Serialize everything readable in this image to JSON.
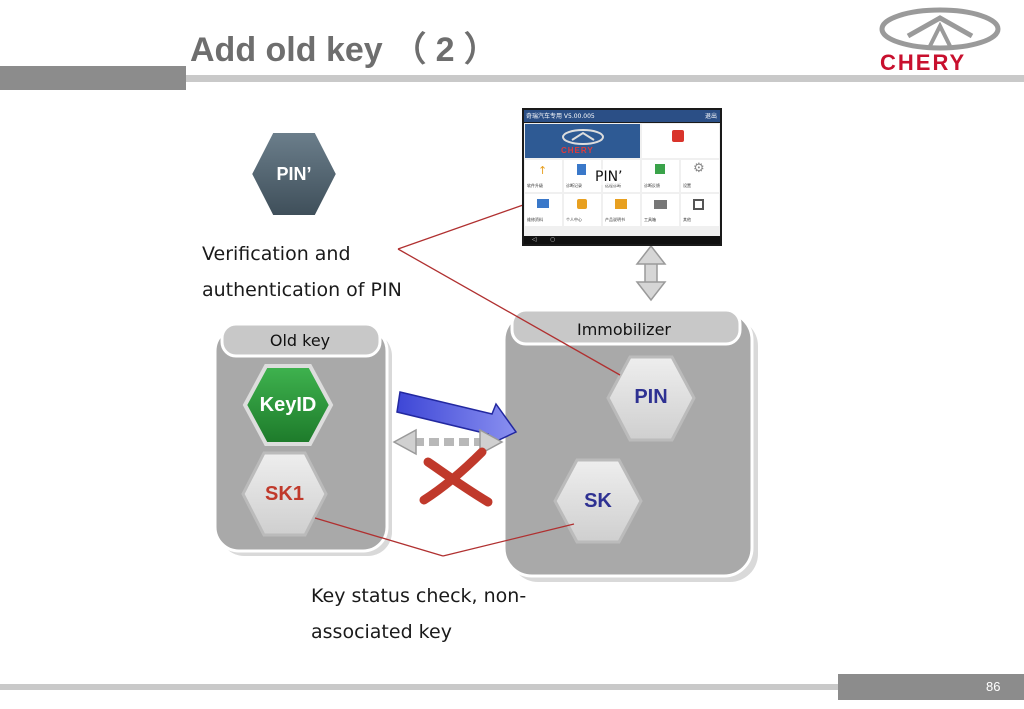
{
  "slide": {
    "title": "Add old key （ 2 ）",
    "page_number": "86"
  },
  "logo": {
    "brand": "CHERY",
    "color": "#c8102e"
  },
  "hexagons": {
    "pin_prime": "PIN’",
    "keyid": "KeyID",
    "sk1": "SK1",
    "pin": "PIN",
    "sk": "SK"
  },
  "boxes": {
    "old_key": "Old key",
    "immobilizer": "Immobilizer"
  },
  "annotations": {
    "verify_line1": "Verification and",
    "verify_line2": "authentication of PIN",
    "status_line1": "Key status check, non-",
    "status_line2": "associated key"
  },
  "tablet": {
    "header": "奇瑞汽车专用 V5.00.005",
    "header_right": "退出",
    "brand": "CHERY",
    "overlay_label": "PIN’",
    "tiles": [
      "软件升级",
      "诊断记录",
      "远程诊断",
      "诊断反馈",
      "设置",
      "维修资料",
      "个人中心",
      "产品说明书",
      "工具箱",
      "其他"
    ]
  },
  "colors": {
    "pin_text": "#2e3192",
    "sk1_text": "#c0392b",
    "keyid_fill": "#2e9a3c",
    "cross": "#c0392b",
    "connector": "#b03030"
  }
}
